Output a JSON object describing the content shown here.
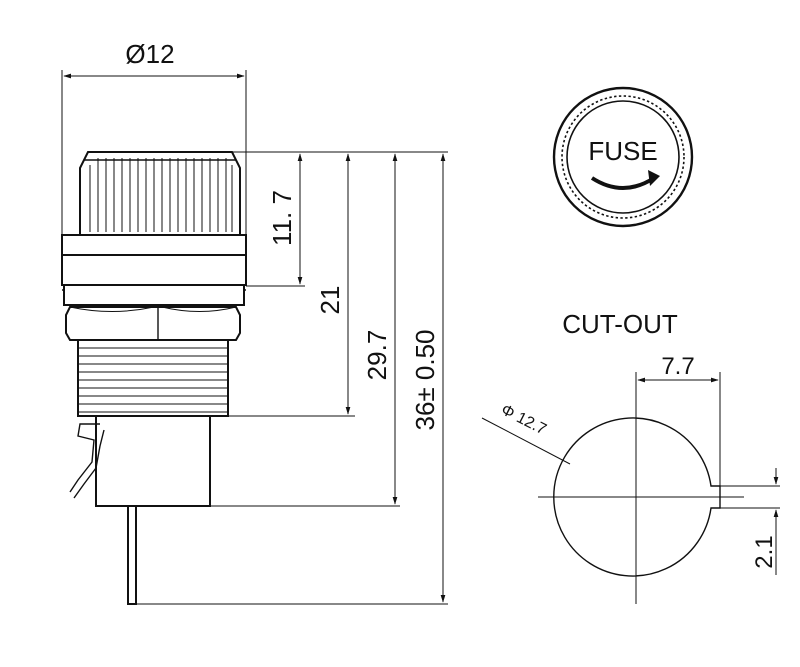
{
  "dimensions": {
    "diameter_top": "Ø12",
    "height_cap": "11. 7",
    "height_21": "21",
    "height_29_7": "29.7",
    "height_total": "36± 0.50"
  },
  "cap_view": {
    "label": "FUSE"
  },
  "cutout": {
    "title": "CUT-OUT",
    "diameter": "Φ 12.7",
    "width": "7.7",
    "slot": "2.1"
  }
}
